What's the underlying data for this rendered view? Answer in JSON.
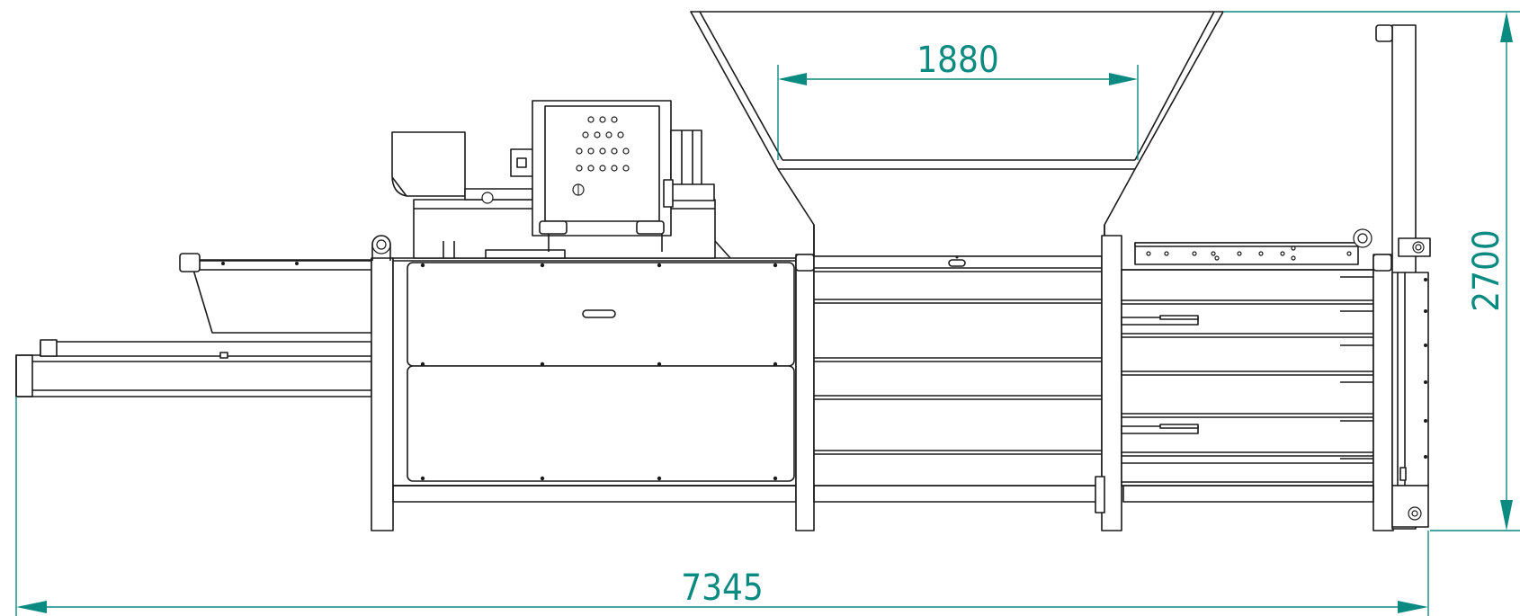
{
  "dimensions": {
    "hopper_width": "1880",
    "total_length": "7345",
    "total_height": "2700"
  },
  "colors": {
    "line": "#1a1a1a",
    "dimension": "#0a8a80",
    "background": "#ffffff"
  }
}
